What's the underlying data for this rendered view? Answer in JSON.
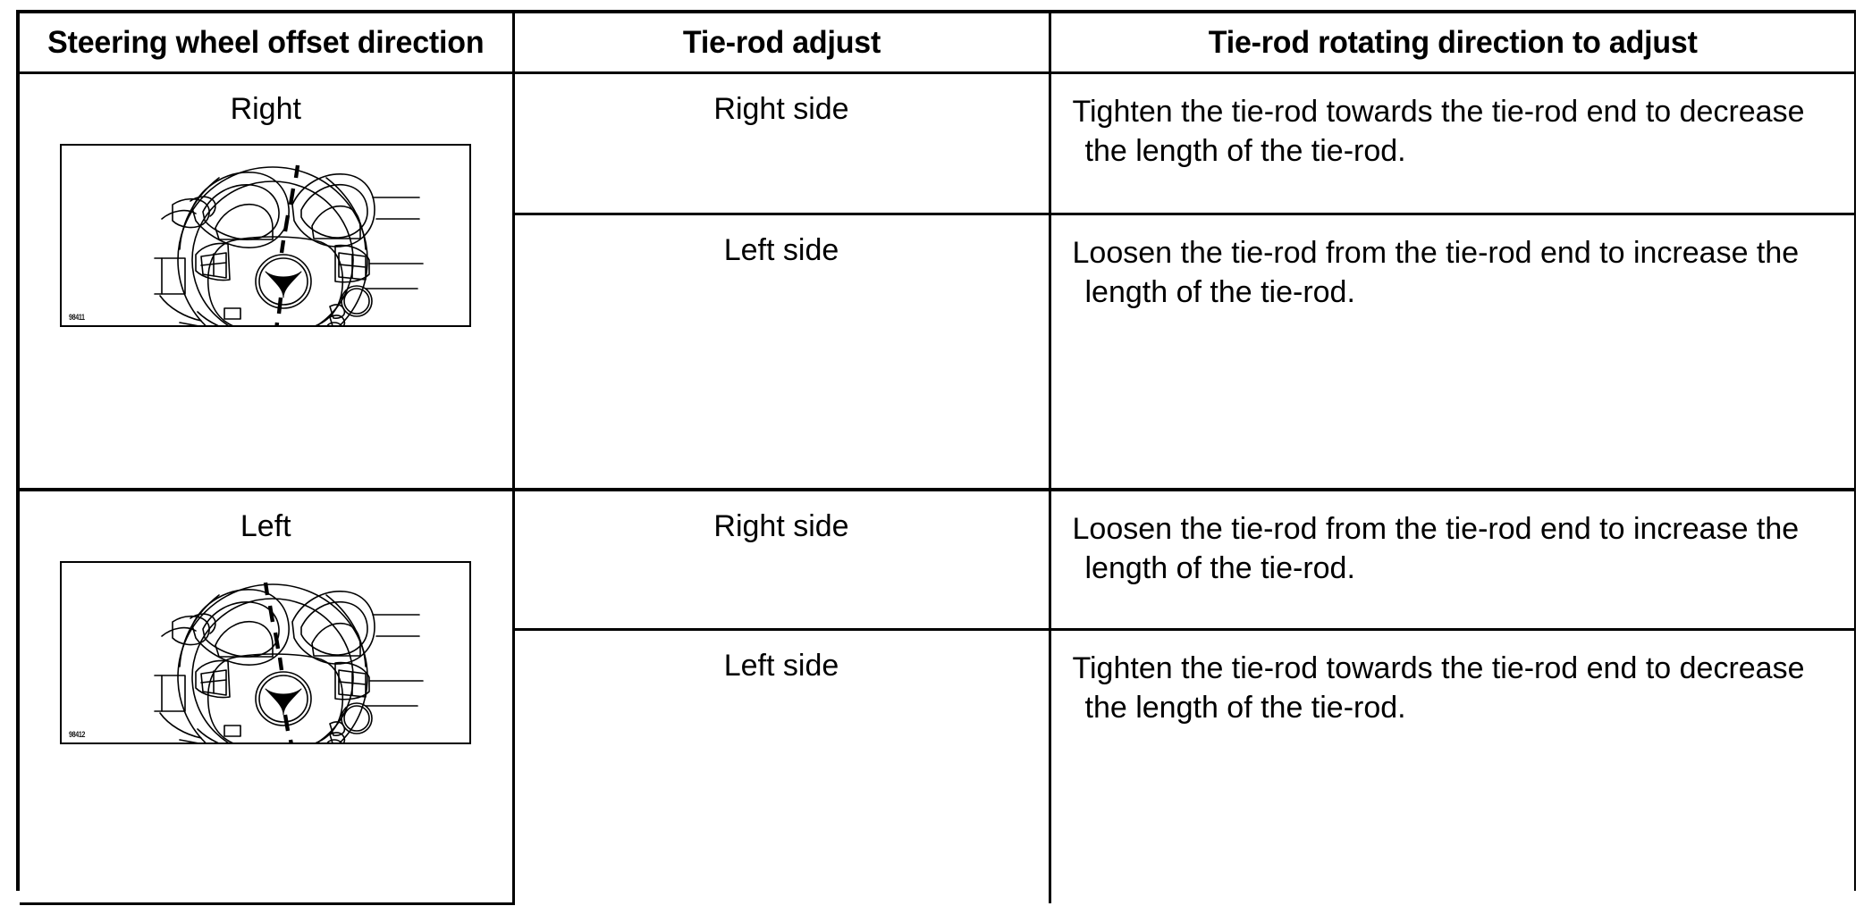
{
  "table": {
    "headers": [
      "Steering wheel offset direction",
      "Tie-rod adjust",
      "Tie-rod rotating direction to adjust"
    ],
    "groups": [
      {
        "direction": "Right",
        "diagram": {
          "name": "steering-wheel-offset-right",
          "figure_code": "98411",
          "tilt": "right"
        },
        "rows": [
          {
            "side": "Right side",
            "instruction": "Tighten the tie-rod towards the tie-rod end to decrease the length of the tie-rod."
          },
          {
            "side": "Left side",
            "instruction": "Loosen the tie-rod from the tie-rod end to increase the length of the tie-rod."
          }
        ]
      },
      {
        "direction": "Left",
        "diagram": {
          "name": "steering-wheel-offset-left",
          "figure_code": "98412",
          "tilt": "left"
        },
        "rows": [
          {
            "side": "Right side",
            "instruction": "Loosen the tie-rod from the tie-rod end to increase the length of the tie-rod."
          },
          {
            "side": "Left side",
            "instruction": "Tighten the tie-rod towards the tie-rod end to decrease the length of the tie-rod."
          }
        ]
      }
    ]
  },
  "colors": {
    "line": "#000000",
    "background": "#ffffff"
  }
}
